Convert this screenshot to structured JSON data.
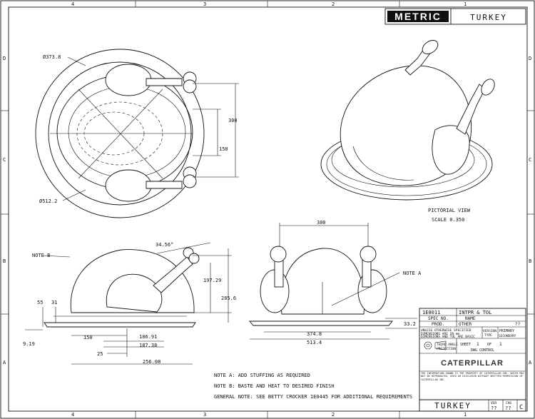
{
  "border": {
    "top_zones": [
      "4",
      "3",
      "2",
      "1"
    ],
    "bottom_zones": [
      "4",
      "3",
      "2",
      "1"
    ],
    "left_zones": [
      "D",
      "C",
      "B",
      "A"
    ],
    "right_zones": [
      "D",
      "C",
      "B",
      "A"
    ]
  },
  "title_block": {
    "metric_label": "METRIC",
    "part_title_top": "TURKEY",
    "part_number": "1E0011",
    "revision_label": "INTPR & TOL",
    "spec_no_label": "SPEC NO.",
    "name_label": "NAME",
    "prod_label": "PROD.",
    "other_label": "OTHER",
    "qmarks": "??",
    "tolerance_note_1": "UNLESS OTHERWISE SPECIFIED",
    "tolerance_note_2": "DIMENSIONS ARE IN mm",
    "tolerance_note_3": "DIMENSIONS AND TOL ARE BASIC",
    "version_label": "VERSION",
    "type_label": "TYPE",
    "primary_label": "PRIMARY",
    "secondary_label": "SECONDARY",
    "projection_1": "THIRD ANGLE",
    "projection_2": "PROJECTION",
    "sheet_label": "SHEET",
    "sheet_value": "1",
    "of_label": "OF",
    "sheet_total": "1",
    "dwg_control_label": "DWG CONTROL",
    "company_logo": "CATERPILLAR",
    "confidential_note": "THE INFORMATION SHOWN IS THE PROPERTY OF CATERPILLAR INC. WHICH MAY NOT BE REPRODUCED, USED OR DISCLOSED WITHOUT WRITTEN PERMISSION OF CATERPILLAR INC.",
    "part_title_bottom": "TURKEY",
    "ver_label": "VER",
    "chg_label": "CHG",
    "ver_value": "??",
    "chg_value": "??",
    "size_letter": "C"
  },
  "top_view": {
    "outer_diameter": "Ø512.2",
    "inner_diameter": "Ø373.8",
    "dim_300": "300",
    "dim_150": "150"
  },
  "pictorial": {
    "label": "PICTORIAL VIEW",
    "scale": "SCALE 0.350"
  },
  "side_view": {
    "note_b": "NOTE B",
    "angle": "34.56°",
    "dim_197": "197.29",
    "dim_285": "285.6",
    "dim_55": "55",
    "dim_31": "31",
    "dim_919": "9.19",
    "dim_150": "150",
    "dim_186": "186.91",
    "dim_187": "187.38",
    "dim_25": "25",
    "dim_256": "256.08"
  },
  "front_view": {
    "dim_300": "300",
    "note_a": "NOTE A",
    "dim_33": "33.2",
    "dim_374": "374.8",
    "dim_513": "513.4"
  },
  "notes": [
    "NOTE A: ADD STUFFING AS REQUIRED",
    "NOTE B: BASTE AND HEAT TO DESIRED FINISH",
    "GENERAL NOTE: SEE BETTY CROCKER 1E0445 FOR ADDITIONAL REQUIREMENTS"
  ]
}
